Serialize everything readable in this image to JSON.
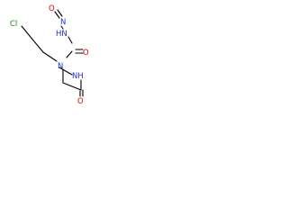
{
  "colors": {
    "bond": "#000000",
    "carbon": "#000000",
    "nitrogen": "#2233cc",
    "oxygen": "#dd0000",
    "chlorine": "#1a8a1a"
  },
  "atoms": {
    "nitroso_o": {
      "label": "O",
      "element": "oxygen"
    },
    "nitroso_n": {
      "label": "N",
      "element": "nitrogen"
    },
    "urea_nh": {
      "label": "HN",
      "element": "nitrogen"
    },
    "urea_o": {
      "label": "O",
      "element": "oxygen"
    },
    "chlorine": {
      "label": "Cl",
      "element": "chlorine"
    },
    "central_n": {
      "label": "N",
      "element": "nitrogen"
    },
    "amide_nh": {
      "label": "NH",
      "element": "nitrogen"
    },
    "amide_o": {
      "label": "O",
      "element": "oxygen"
    }
  }
}
